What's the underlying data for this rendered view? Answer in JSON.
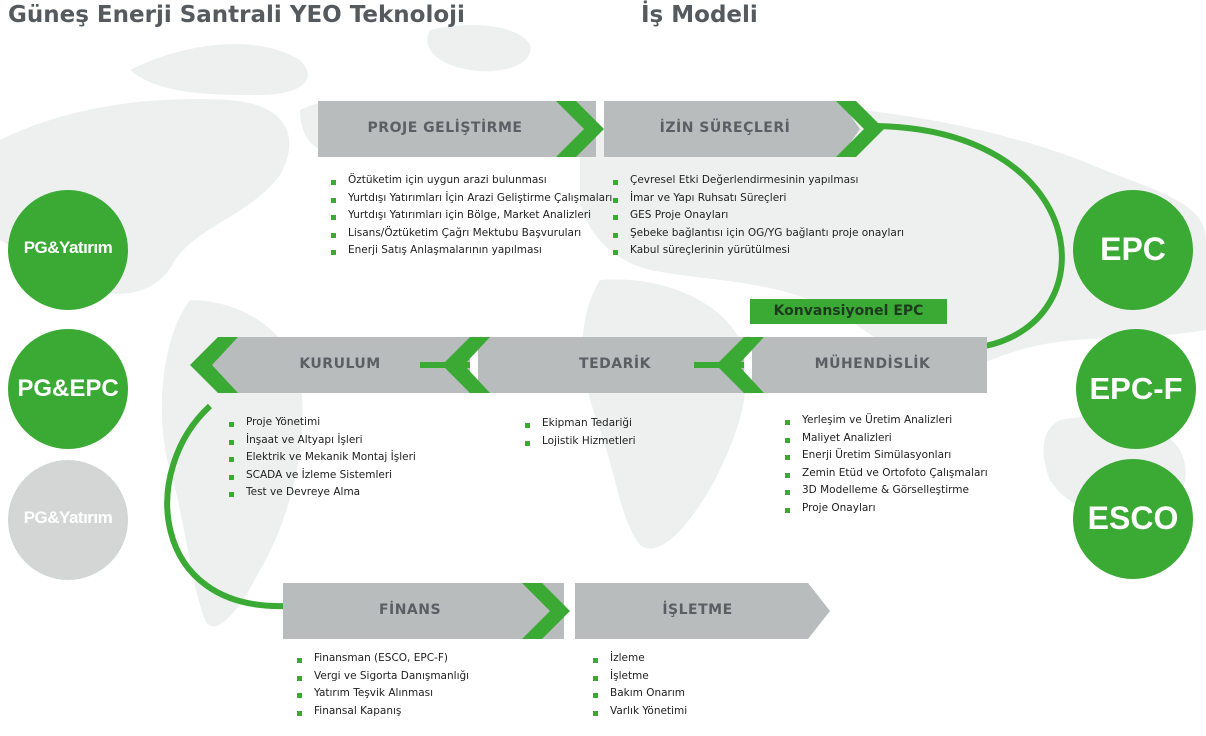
{
  "header": {
    "title": "Güneş Enerji Santrali YEO Teknoloji",
    "subtitle": "İş Modeli"
  },
  "stages": {
    "proje_gelistirme": {
      "label": "PROJE GELİŞTİRME",
      "items": [
        "Öztüketim için uygun arazi bulunması",
        "Yurtdışı Yatırımları İçin Arazi Geliştirme Çalışmaları",
        "Yurtdışı Yatırımları için Bölge, Market Analizleri",
        "Lisans/Öztüketim Çağrı Mektubu Başvuruları",
        "Enerji Satış Anlaşmalarının yapılması"
      ]
    },
    "izin_surecleri": {
      "label": "İZİN SÜREÇLERİ",
      "items": [
        "Çevresel Etki Değerlendirmesinin yapılması",
        "İmar ve Yapı Ruhsatı Süreçleri",
        "GES Proje Onayları",
        "Şebeke bağlantısı için OG/YG bağlantı proje onayları",
        "Kabul süreçlerinin yürütülmesi"
      ]
    },
    "muhendislik": {
      "label": "MÜHENDİSLİK",
      "items": [
        "Yerleşim ve Üretim Analizleri",
        "Maliyet Analizleri",
        "Enerji Üretim Simülasyonları",
        "Zemin Etüd ve Ortofoto Çalışmaları",
        "3D Modelleme & Görselleştirme",
        "Proje Onayları"
      ]
    },
    "tedarik": {
      "label": "TEDARİK",
      "items": [
        "Ekipman Tedariği",
        "Lojistik Hizmetleri"
      ]
    },
    "kurulum": {
      "label": "KURULUM",
      "items": [
        "Proje Yönetimi",
        "İnşaat ve Altyapı İşleri",
        "Elektrik ve Mekanik Montaj İşleri",
        "SCADA ve İzleme Sistemleri",
        "Test ve Devreye Alma"
      ]
    },
    "finans": {
      "label": "FİNANS",
      "items": [
        "Finansman (ESCO, EPC-F)",
        "Vergi ve Sigorta Danışmanlığı",
        "Yatırım Teşvik Alınması",
        "Finansal Kapanış"
      ]
    },
    "isletme": {
      "label": "İŞLETME",
      "items": [
        "İzleme",
        "İşletme",
        "Bakım Onarım",
        "Varlık Yönetimi"
      ]
    }
  },
  "badge": {
    "label": "Konvansiyonel EPC"
  },
  "left_circles": [
    {
      "label": "PG&Yatırım",
      "color": "#3aaa35"
    },
    {
      "label": "PG&EPC",
      "color": "#3aaa35"
    },
    {
      "label": "PG&Yatırım",
      "color": "#d4d6d6"
    }
  ],
  "right_circles": [
    {
      "label": "EPC",
      "color": "#3aaa35"
    },
    {
      "label": "EPC-F",
      "color": "#3aaa35"
    },
    {
      "label": "ESCO",
      "color": "#3aaa35"
    }
  ],
  "colors": {
    "accent_green": "#3aaa35",
    "banner_gray": "#b8bcbc",
    "title_gray": "#555a5e",
    "map_gray": "#eef0f0"
  }
}
